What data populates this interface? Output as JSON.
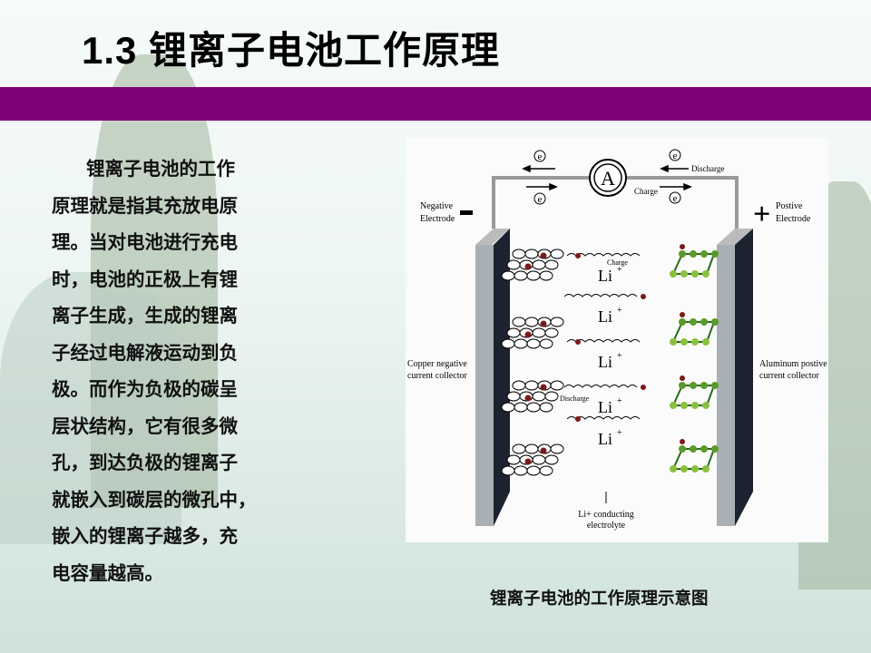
{
  "slide": {
    "title": "1.3  锂离子电池工作原理",
    "accent_color": "#800077",
    "body_lines": [
      "锂离子电池的工作",
      "原理就是指其充放电原",
      "理。当对电池进行充电",
      "时，电池的正极上有锂",
      "离子生成，生成的锂离",
      "子经过电解液运动到负",
      "极。而作为负极的碳呈",
      "层状结构，它有很多微",
      "孔，到达负极的锂离子",
      "就嵌入到碳层的微孔中，",
      "嵌入的锂离子越多，充",
      "电容量越高。"
    ],
    "caption": "锂离子电池的工作原理示意图"
  },
  "diagram": {
    "ammeter": "A",
    "electron": "e",
    "discharge_top": "Discharge",
    "charge_top": "Charge",
    "negative_sign": "-",
    "negative_label_1": "Negative",
    "negative_label_2": "Electrode",
    "positive_sign": "+",
    "positive_label_1": "Postive",
    "positive_label_2": "Electrode",
    "copper_label_1": "Copper negative",
    "copper_label_2": "current collector",
    "aluminum_label_1": "Aluminum postive",
    "aluminum_label_2": "current collector",
    "charge_mid": "Charge",
    "discharge_mid": "Discharge",
    "li_ion": "Li",
    "li_plus": "+",
    "electrolyte_1": "Li+ conducting",
    "electrolyte_2": "electrolyte"
  }
}
